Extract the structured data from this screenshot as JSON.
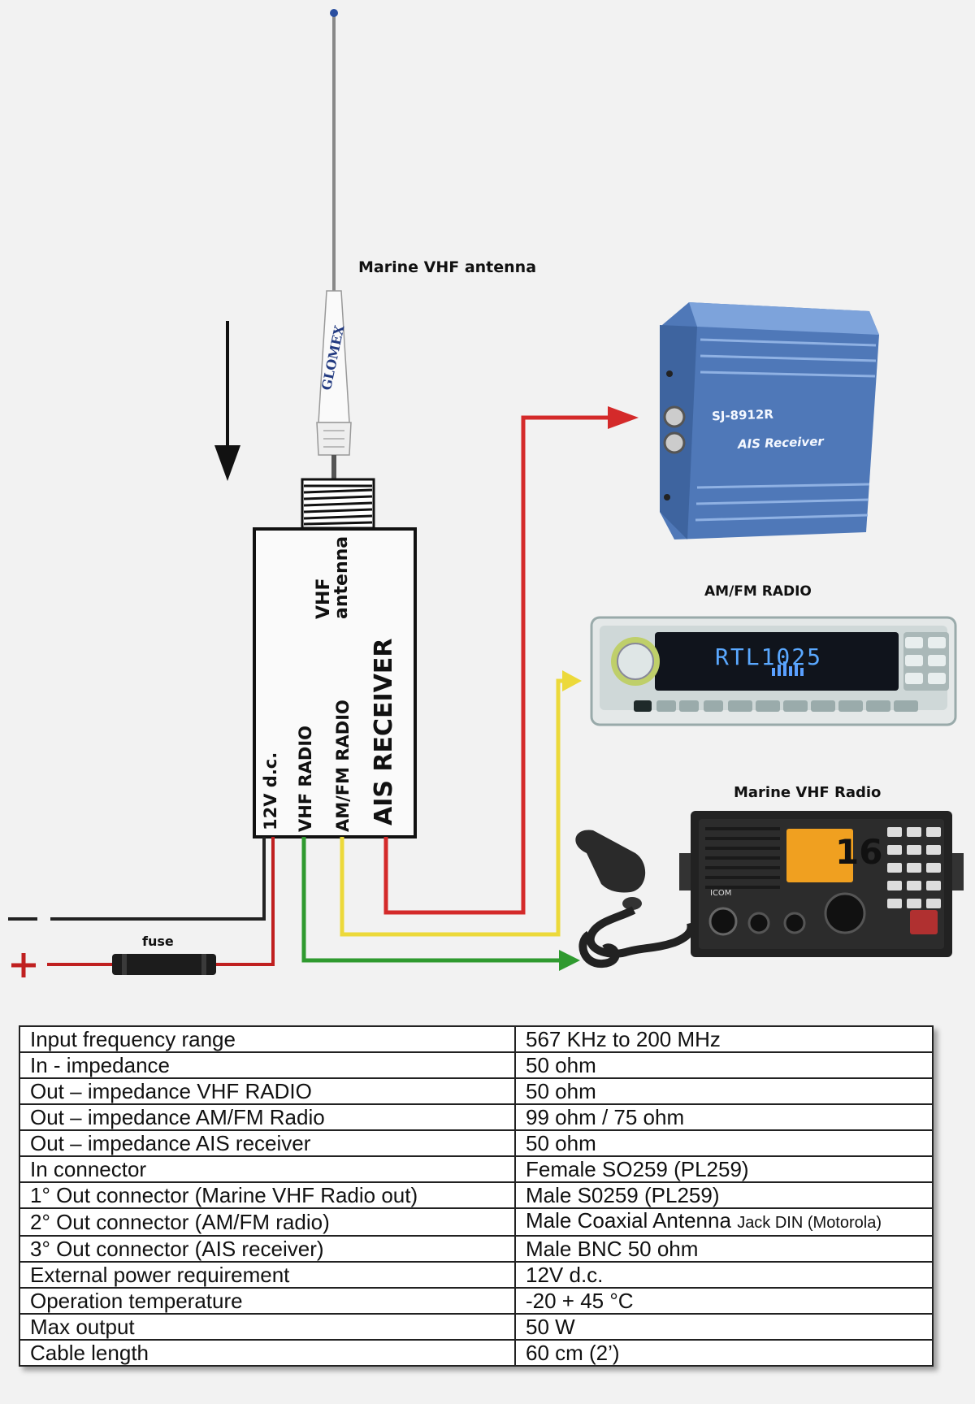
{
  "labels": {
    "antenna": "Marine VHF antenna",
    "antenna_brand": "GLOMEX",
    "ais_model": "SJ-8912R",
    "ais_name": "AIS Receiver",
    "amfm_title": "AM/FM RADIO",
    "amfm_display": "RTL1025",
    "vhf_radio_title": "Marine VHF Radio",
    "vhf_channel": "16",
    "vhf_brand": "ICOM",
    "fuse": "fuse",
    "minus": "–",
    "plus": "+"
  },
  "box": {
    "vhf_antenna_line1": "VHF",
    "vhf_antenna_line2": "antenna",
    "power": "12V d.c.",
    "vhf_radio": "VHF RADIO",
    "amfm_radio": "AM/FM RADIO",
    "ais_receiver": "AIS RECEIVER"
  },
  "colors": {
    "ais_wire": "#d42a2a",
    "amfm_wire": "#ecd93a",
    "vhf_wire": "#2f9a2f",
    "power_wire": "#c02020",
    "ground_wire": "#222222",
    "ais_device": "#5b86c6"
  },
  "specs": [
    {
      "param": "Input frequency range",
      "value": "567 KHz to 200 MHz"
    },
    {
      "param": "In - impedance",
      "value": "50 ohm"
    },
    {
      "param": "Out – impedance VHF RADIO",
      "value": "50 ohm"
    },
    {
      "param": "Out – impedance AM/FM Radio",
      "value": "99 ohm / 75 ohm"
    },
    {
      "param": "Out – impedance AIS receiver",
      "value": "50 ohm"
    },
    {
      "param": "In connector",
      "value": "Female SO259 (PL259)"
    },
    {
      "param": "1° Out connector (Marine VHF Radio out)",
      "value": "Male S0259 (PL259)"
    },
    {
      "param": "2° Out connector (AM/FM radio)",
      "value": "Male Coaxial Antenna",
      "value_small": "Jack DIN (Motorola)"
    },
    {
      "param": "3° Out connector (AIS receiver)",
      "value": "Male BNC 50 ohm"
    },
    {
      "param": "External power requirement",
      "value": "12V d.c."
    },
    {
      "param": "Operation temperature",
      "value": "-20 + 45 °C"
    },
    {
      "param": "Max output",
      "value": "50 W"
    },
    {
      "param": "Cable length",
      "value": "60 cm (2’)"
    }
  ]
}
